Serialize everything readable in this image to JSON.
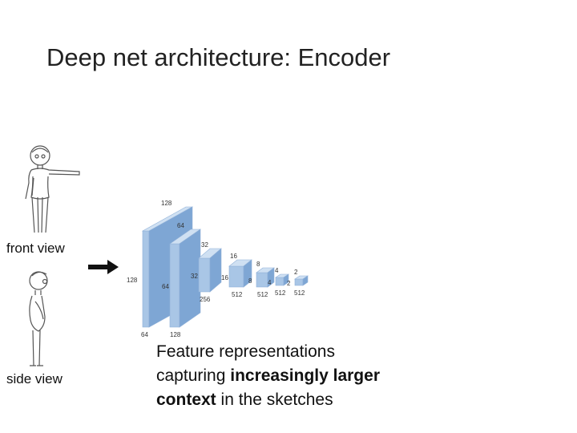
{
  "slide": {
    "title": "Deep net architecture: Encoder"
  },
  "figures": {
    "front_label": "front view",
    "side_label": "side view"
  },
  "encoder": {
    "block_color": "#a9c6e6",
    "block_side_color": "#7ea6d4",
    "block_top_color": "#cfe0f2",
    "blocks": [
      {
        "width_label": "128",
        "height_label": "128",
        "depth_label": "64"
      },
      {
        "width_label": "64",
        "height_label": "64",
        "depth_label": "128"
      },
      {
        "width_label": "32",
        "height_label": "32",
        "depth_label": "256"
      },
      {
        "width_label": "16",
        "height_label": "16",
        "depth_label": "512"
      },
      {
        "width_label": "8",
        "height_label": "8",
        "depth_label": "512"
      },
      {
        "width_label": "4",
        "height_label": "4",
        "depth_label": "512"
      },
      {
        "width_label": "2",
        "height_label": "2",
        "depth_label": "512"
      }
    ]
  },
  "caption": {
    "line1": "Feature representations",
    "line2_plain": "capturing ",
    "line2_bold": "increasingly larger",
    "line3_bold": "context",
    "line3_plain": " in the sketches"
  }
}
